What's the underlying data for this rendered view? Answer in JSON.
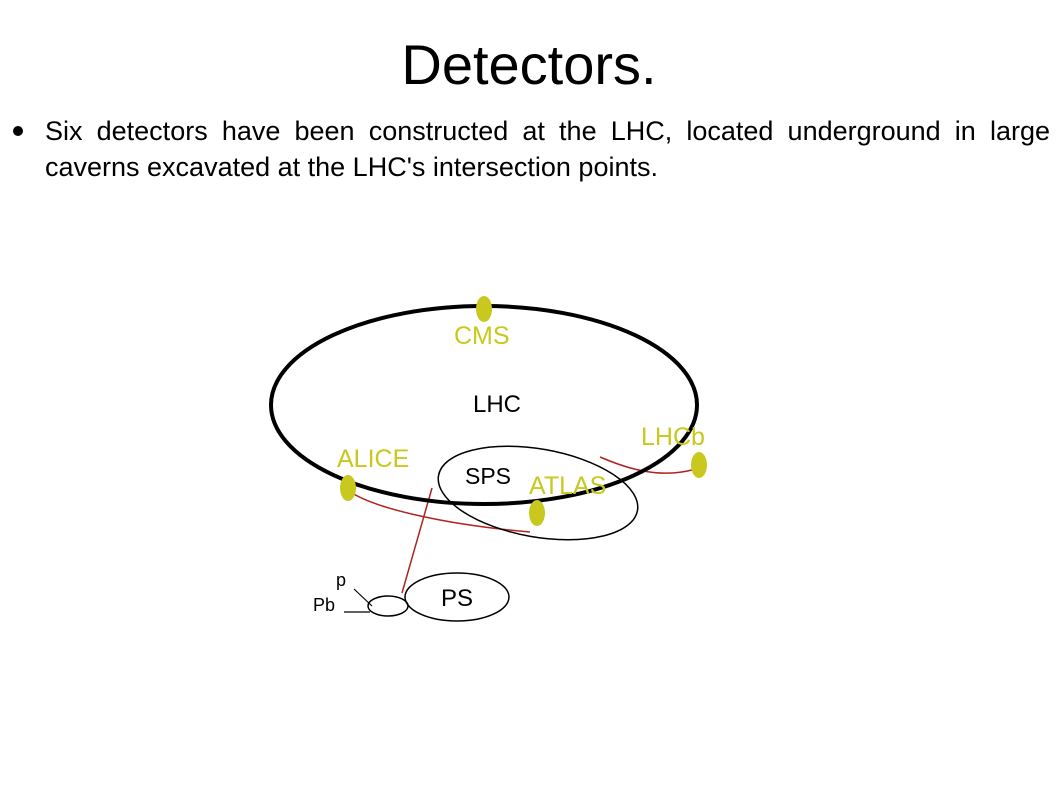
{
  "slide": {
    "title": "Detectors.",
    "bullets": [
      "Six detectors have been constructed at the LHC, located underground in large caverns excavated at the LHC's intersection points."
    ]
  },
  "diagram": {
    "rings": {
      "lhc": "LHC",
      "sps": "SPS",
      "ps": "PS"
    },
    "detectors": {
      "cms": "CMS",
      "alice": "ALICE",
      "atlas": "ATLAS",
      "lhcb": "LHCb"
    },
    "injectors": {
      "p": "p",
      "pb": "Pb"
    },
    "colors": {
      "detector": "#c8c81e",
      "beamline": "#b22222",
      "ring": "#000000"
    }
  }
}
